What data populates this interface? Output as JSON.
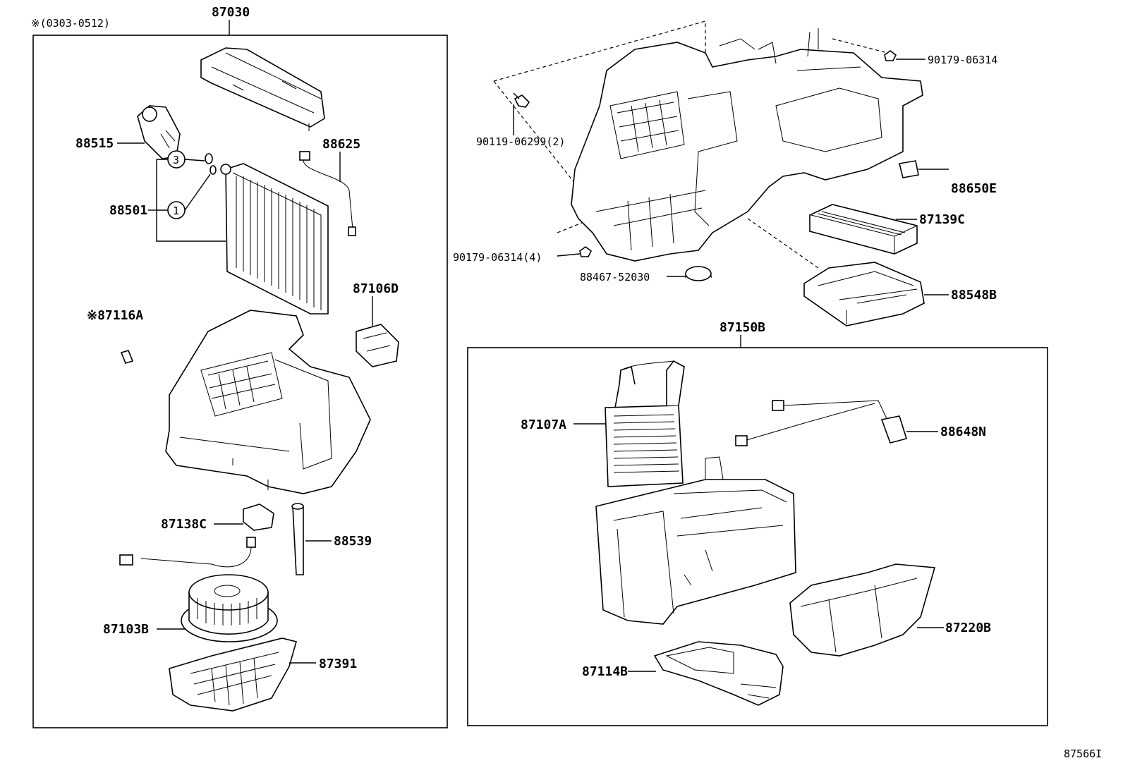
{
  "diagram": {
    "note_range": "※(0303-0512)",
    "figure_id": "87566I",
    "group_left": "87030",
    "group_right": "87150B",
    "callouts": {
      "c3": "3",
      "c1": "1"
    },
    "parts": {
      "p88515": "88515",
      "p88625": "88625",
      "p88501": "88501",
      "p87116A": "※87116A",
      "p87106D": "87106D",
      "p87138C": "87138C",
      "p88539": "88539",
      "p87103B": "87103B",
      "p87391": "87391",
      "p90179_06314": "90179-06314",
      "p90119_06299": "90119-06299(2)",
      "p88650E": "88650E",
      "p87139C": "87139C",
      "p90179_06314_4": "90179-06314(4)",
      "p88467_52030": "88467-52030",
      "p88548B": "88548B",
      "p87107A": "87107A",
      "p88648N": "88648N",
      "p87220B": "87220B",
      "p87114B": "87114B"
    }
  }
}
